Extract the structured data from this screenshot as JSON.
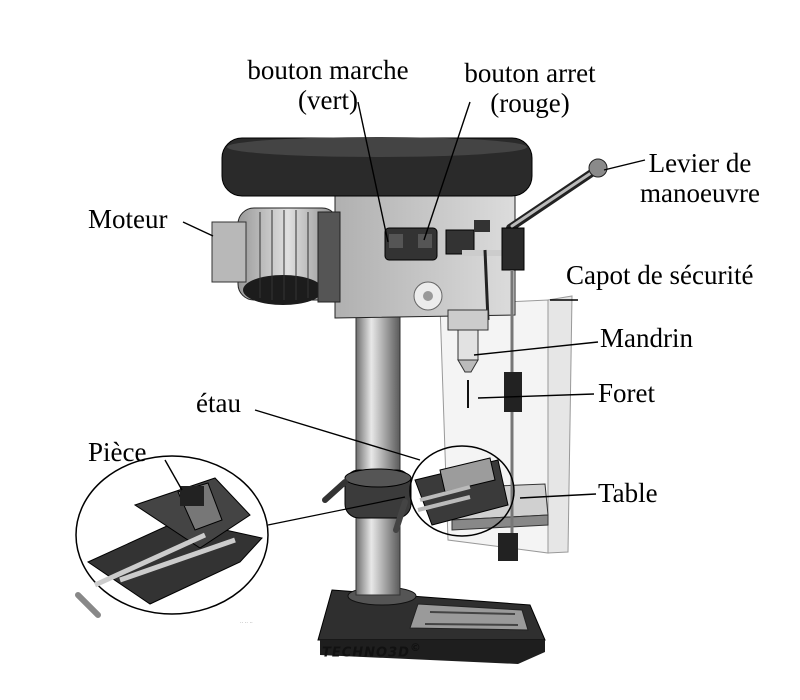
{
  "labels": {
    "bouton_marche": [
      "bouton marche",
      "(vert)"
    ],
    "bouton_arret": [
      "bouton arret",
      "(rouge)"
    ],
    "levier": [
      "Levier de",
      "manoeuvre"
    ],
    "moteur": "Moteur",
    "capot": "Capot de sécurité",
    "mandrin": "Mandrin",
    "foret": "Foret",
    "etau": "étau",
    "piece": "Pièce",
    "table": "Table"
  },
  "watermark": "TECHNO3D",
  "colors": {
    "ink": "#000000",
    "dark_metal": "#3a3a3a",
    "mid_metal": "#8c8c8c",
    "light_metal": "#d9d9d9",
    "guard": "#f2f2f2"
  }
}
